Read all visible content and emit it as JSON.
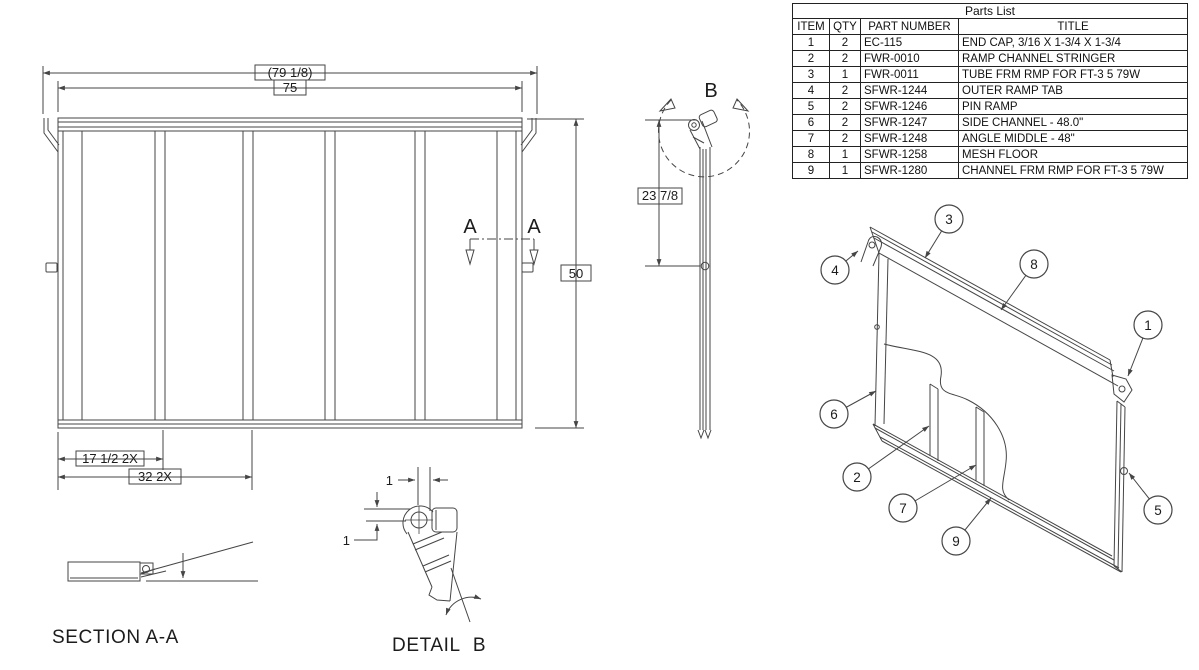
{
  "colors": {
    "background": "#ffffff",
    "line": "#454545",
    "text": "#1c1c1c"
  },
  "parts_list": {
    "title": "Parts List",
    "headers": {
      "item": "ITEM",
      "qty": "QTY",
      "part_number": "PART NUMBER",
      "title": "TITLE"
    },
    "rows": [
      {
        "item": "1",
        "qty": "2",
        "part_number": "EC-115",
        "title": "END CAP, 3/16 X 1-3/4 X 1-3/4"
      },
      {
        "item": "2",
        "qty": "2",
        "part_number": "FWR-0010",
        "title": "RAMP CHANNEL STRINGER"
      },
      {
        "item": "3",
        "qty": "1",
        "part_number": "FWR-0011",
        "title": "TUBE FRM RMP FOR FT-3 5 79W"
      },
      {
        "item": "4",
        "qty": "2",
        "part_number": "SFWR-1244",
        "title": "OUTER RAMP TAB"
      },
      {
        "item": "5",
        "qty": "2",
        "part_number": "SFWR-1246",
        "title": "PIN RAMP"
      },
      {
        "item": "6",
        "qty": "2",
        "part_number": "SFWR-1247",
        "title": "SIDE CHANNEL - 48.0\""
      },
      {
        "item": "7",
        "qty": "2",
        "part_number": "SFWR-1248",
        "title": "ANGLE MIDDLE - 48\""
      },
      {
        "item": "8",
        "qty": "1",
        "part_number": "SFWR-1258",
        "title": "MESH FLOOR"
      },
      {
        "item": "9",
        "qty": "1",
        "part_number": "SFWR-1280",
        "title": "CHANNEL FRM RMP FOR FT-3 5 79W"
      }
    ]
  },
  "front_view": {
    "dim_overall_width": "(79 1/8)",
    "dim_frame_width": "75",
    "dim_height": "50",
    "dim_stringer_spacing": "17 1/2 2X",
    "dim_middle_spacing": "32 2X",
    "section_letter": "A"
  },
  "side_view": {
    "dim_pin_height": "23 7/8",
    "detail_letter": "B"
  },
  "section_view": {
    "label": "SECTION A-A"
  },
  "detail_view": {
    "label": "DETAIL B",
    "dim_tab_width": "1",
    "dim_tab_offset": "1"
  },
  "iso_view": {
    "balloons": [
      "1",
      "2",
      "3",
      "4",
      "5",
      "6",
      "7",
      "8",
      "9"
    ]
  }
}
